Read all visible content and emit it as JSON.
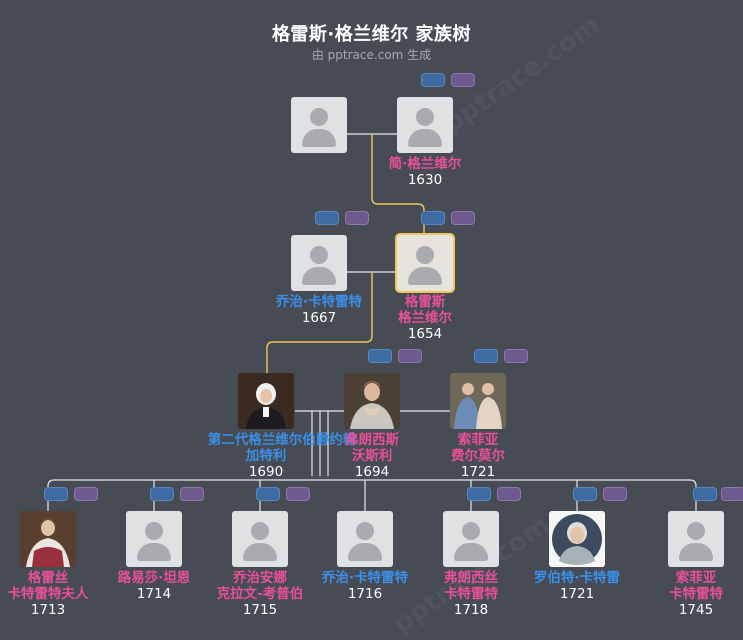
{
  "header": {
    "title": "格雷斯·格兰维尔 家族树",
    "subtitle": "由 pptrace.com 生成"
  },
  "colors": {
    "background": "#464b54",
    "female_name": "#e8509a",
    "male_name": "#3c8fe6",
    "connector": "#e5e7ea",
    "ancestor_line": "#f0c55c",
    "selected_border": "#f0c55c"
  },
  "people": {
    "gen1_father": {
      "name_lines": [],
      "year": "",
      "icon": "person-placeholder-icon"
    },
    "gen1_mother": {
      "name_lines": [
        "简·格兰维尔"
      ],
      "year": "1630",
      "icon": "person-placeholder-icon"
    },
    "gen2_husband": {
      "name_lines": [
        "乔治·卡特雷特"
      ],
      "year": "1667",
      "icon": "person-placeholder-icon"
    },
    "gen2_grace": {
      "name_lines": [
        "格雷斯",
        "格兰维尔"
      ],
      "year": "1654",
      "icon": "person-placeholder-icon",
      "selected": true
    },
    "gen3_john": {
      "name_lines": [
        "第二代格兰维尔伯爵约翰",
        "加特利"
      ],
      "year": "1690",
      "icon": "portrait-man-icon"
    },
    "gen3_frances": {
      "name_lines": [
        "弗朗西斯",
        "沃斯利"
      ],
      "year": "1694",
      "icon": "portrait-woman-icon"
    },
    "gen3_sophia": {
      "name_lines": [
        "索菲亚",
        "费尔莫尔"
      ],
      "year": "1721",
      "icon": "portrait-two-women-icon"
    },
    "gen4_grace": {
      "name_lines": [
        "格雷丝",
        "卡特雷特夫人"
      ],
      "year": "1713",
      "icon": "portrait-woman-icon"
    },
    "gen4_louisa": {
      "name_lines": [
        "路易莎·坦恩"
      ],
      "year": "1714",
      "icon": "person-placeholder-icon"
    },
    "gen4_georgiana": {
      "name_lines": [
        "乔治安娜",
        "克拉文-考普伯"
      ],
      "year": "1715",
      "icon": "person-placeholder-icon"
    },
    "gen4_george": {
      "name_lines": [
        "乔治·卡特雷特"
      ],
      "year": "1716",
      "icon": "person-placeholder-icon"
    },
    "gen4_frances": {
      "name_lines": [
        "弗朗西丝",
        "卡特雷特"
      ],
      "year": "1718",
      "icon": "person-placeholder-icon"
    },
    "gen4_robert": {
      "name_lines": [
        "罗伯特·卡特雷"
      ],
      "year": "1721",
      "icon": "portrait-man-icon"
    },
    "gen4_sophia": {
      "name_lines": [
        "索菲亚",
        "卡特雷特"
      ],
      "year": "1745",
      "icon": "person-placeholder-icon"
    }
  },
  "watermark": "pptrace.com"
}
